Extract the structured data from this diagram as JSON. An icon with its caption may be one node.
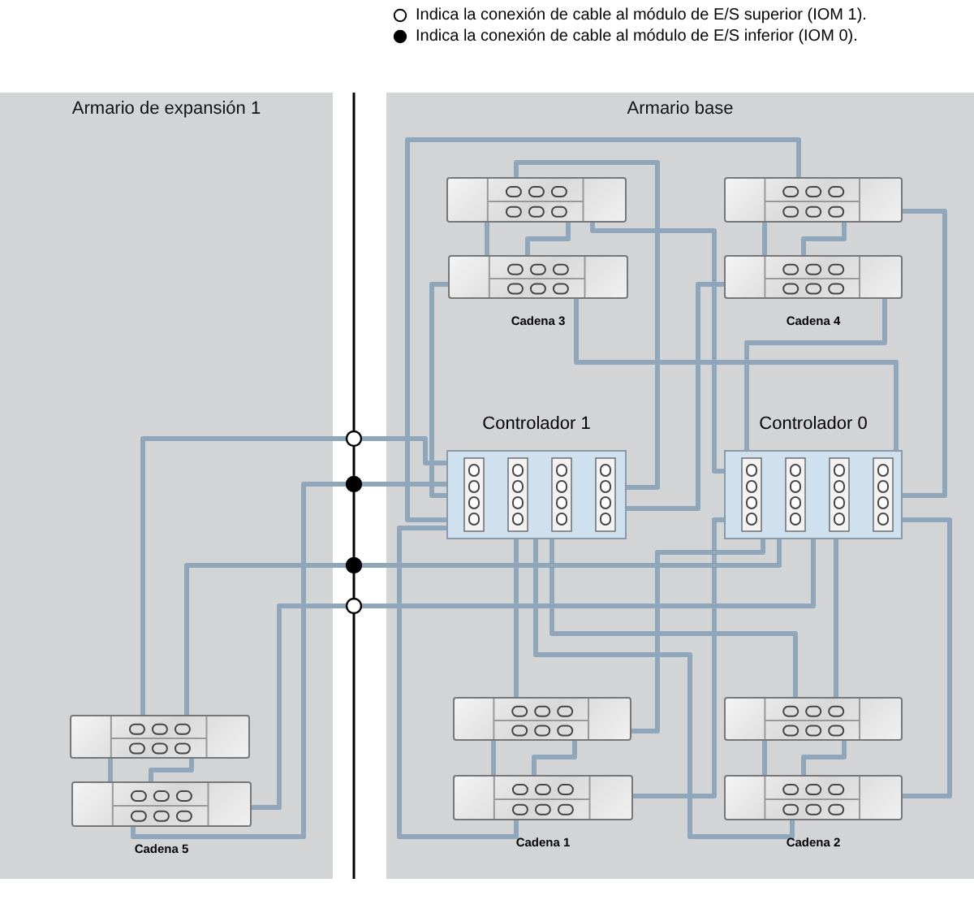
{
  "diagram": {
    "nodes": [
      {
        "text": [
          "Armario de expansión 1"
        ]
      },
      {
        "text": [
          "Armario base"
        ]
      },
      {
        "text": [
          "Controlador 1"
        ],
        "in": 1
      },
      {
        "text": [
          "Controlador 0"
        ],
        "in": 1
      },
      {
        "text": [],
        "shape": "box",
        "in": 1
      },
      {
        "text": [],
        "shape": "box",
        "in": 1,
        "beside": [
          "Cadena 3"
        ]
      },
      {
        "text": [],
        "shape": "box",
        "in": 1
      },
      {
        "text": [],
        "shape": "box",
        "in": 1,
        "beside": [
          "Cadena 4"
        ]
      },
      {
        "text": [],
        "shape": "box",
        "in": 1
      },
      {
        "text": [],
        "shape": "box",
        "in": 1,
        "beside": [
          "Cadena 1"
        ]
      },
      {
        "text": [],
        "shape": "box",
        "in": 1
      },
      {
        "text": [],
        "shape": "box",
        "in": 1,
        "beside": [
          "Cadena 2"
        ]
      },
      {
        "text": [],
        "shape": "box",
        "in": 0
      },
      {
        "text": [],
        "shape": "box",
        "in": 0,
        "beside": [
          "Cadena 5"
        ]
      }
    ],
    "edges": [
      {
        "from": 2,
        "to": 12,
        "arrow": "none"
      },
      {
        "from": 2,
        "to": 13,
        "arrow": "none"
      },
      {
        "from": 3,
        "to": 12,
        "arrow": "none"
      },
      {
        "from": 3,
        "to": 13,
        "arrow": "none"
      },
      {
        "from": 12,
        "to": 13,
        "arrow": "none"
      },
      {
        "from": 12,
        "to": 13,
        "arrow": "none"
      },
      {
        "from": 4,
        "to": 5,
        "arrow": "none"
      },
      {
        "from": 4,
        "to": 5,
        "arrow": "none"
      },
      {
        "from": 2,
        "to": 4,
        "arrow": "none"
      },
      {
        "from": 3,
        "to": 4,
        "arrow": "none"
      },
      {
        "from": 2,
        "to": 5,
        "arrow": "none"
      },
      {
        "from": 3,
        "to": 5,
        "arrow": "none"
      },
      {
        "from": 6,
        "to": 7,
        "arrow": "none"
      },
      {
        "from": 6,
        "to": 7,
        "arrow": "none"
      },
      {
        "from": 2,
        "to": 6,
        "arrow": "none"
      },
      {
        "from": 3,
        "to": 6,
        "arrow": "none"
      },
      {
        "from": 2,
        "to": 7,
        "arrow": "none"
      },
      {
        "from": 3,
        "to": 7,
        "arrow": "none"
      },
      {
        "from": 8,
        "to": 9,
        "arrow": "none"
      },
      {
        "from": 8,
        "to": 9,
        "arrow": "none"
      },
      {
        "from": 2,
        "to": 8,
        "arrow": "none"
      },
      {
        "from": 3,
        "to": 8,
        "arrow": "none"
      },
      {
        "from": 2,
        "to": 9,
        "arrow": "none"
      },
      {
        "from": 3,
        "to": 9,
        "arrow": "none"
      },
      {
        "from": 10,
        "to": 11,
        "arrow": "none"
      },
      {
        "from": 10,
        "to": 11,
        "arrow": "none"
      },
      {
        "from": 2,
        "to": 10,
        "arrow": "none"
      },
      {
        "from": 3,
        "to": 10,
        "arrow": "none"
      },
      {
        "from": 2,
        "to": 11,
        "arrow": "none"
      },
      {
        "from": 3,
        "to": 11,
        "arrow": "none"
      }
    ],
    "legend": [
      {
        "text": "Indica la conexión de cable al módulo de E/S superior (IOM 1)."
      },
      {
        "text": "Indica la conexión de cable al módulo de E/S inferior (IOM 0)."
      }
    ]
  }
}
